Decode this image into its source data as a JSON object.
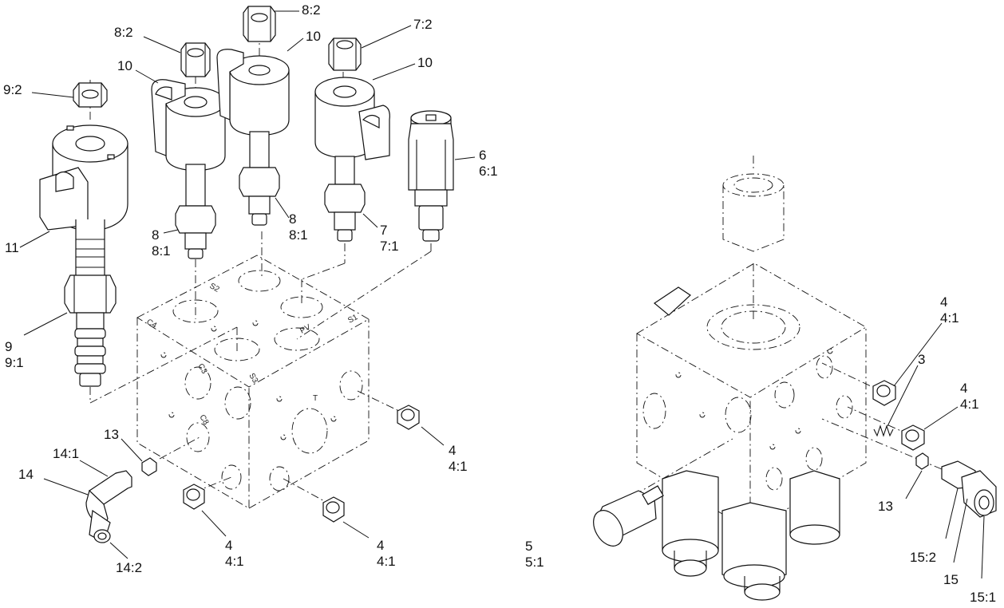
{
  "labels": {
    "l_8_2_a": "8:2",
    "l_8_2_b": "8:2",
    "l_7_2": "7:2",
    "l_10_a": "10",
    "l_10_b": "10",
    "l_10_c": "10",
    "l_9_2": "9:2",
    "l_6": "6",
    "l_6_1": "6:1",
    "l_11": "11",
    "l_8_a": "8",
    "l_8_1_a": "8:1",
    "l_8_b": "8",
    "l_8_1_b": "8:1",
    "l_7": "7",
    "l_7_1": "7:1",
    "l_9": "9",
    "l_9_1": "9:1",
    "l_13_a": "13",
    "l_14_1": "14:1",
    "l_14": "14",
    "l_14_2": "14:2",
    "l_4_a": "4",
    "l_4_1_a": "4:1",
    "l_4_b": "4",
    "l_4_1_b": "4:1",
    "l_4_c": "4",
    "l_4_1_c": "4:1",
    "l_4_d": "4",
    "l_4_1_d": "4:1",
    "l_3": "3",
    "l_4_e": "4",
    "l_4_1_e": "4:1",
    "l_13_b": "13",
    "l_5": "5",
    "l_5_1": "5:1",
    "l_15_2": "15:2",
    "l_15": "15",
    "l_15_1": "15:1"
  },
  "block_markings": {
    "s2": "S2",
    "c4": "C4",
    "pv": "PV",
    "s1": "S1",
    "c3": "C3",
    "s3": "S3",
    "t": "T",
    "c8": "C8"
  }
}
